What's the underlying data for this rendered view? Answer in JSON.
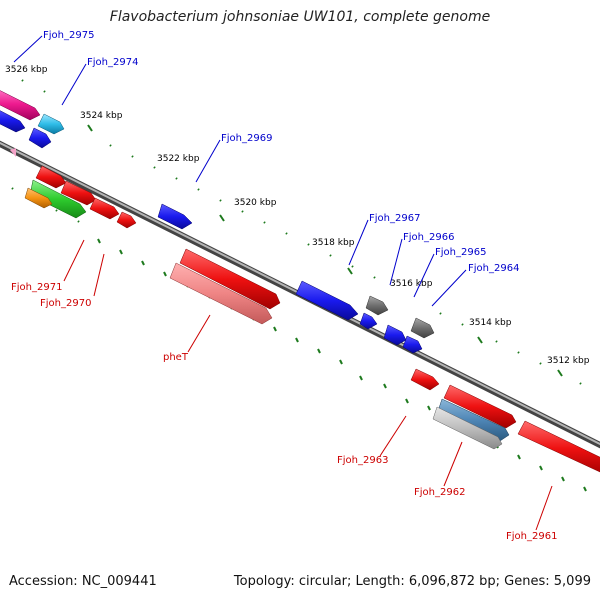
{
  "title": "Flavobacterium johnsoniae UW101, complete genome",
  "footer": {
    "accession": "Accession: NC_009441",
    "summary": "Topology: circular; Length: 6,096,872 bp; Genes: 5,099"
  },
  "ticks": {
    "kbp_3526": "3526 kbp",
    "kbp_3524": "3524 kbp",
    "kbp_3522": "3522 kbp",
    "kbp_3520": "3520 kbp",
    "kbp_3518": "3518 kbp",
    "kbp_3516": "3516 kbp",
    "kbp_3514": "3514 kbp",
    "kbp_3512": "3512 kbp"
  },
  "genes": {
    "fjoh_2975": "Fjoh_2975",
    "fjoh_2974": "Fjoh_2974",
    "fjoh_2969": "Fjoh_2969",
    "fjoh_2967": "Fjoh_2967",
    "fjoh_2966": "Fjoh_2966",
    "fjoh_2965": "Fjoh_2965",
    "fjoh_2964": "Fjoh_2964",
    "fjoh_2971": "Fjoh_2971",
    "fjoh_2970": "Fjoh_2970",
    "phet": "pheT",
    "fjoh_2963": "Fjoh_2963",
    "fjoh_2962": "Fjoh_2962",
    "fjoh_2961": "Fjoh_2961"
  },
  "colors": {
    "forward_label": "#0000cc",
    "reverse_label": "#cc0000",
    "cds_blue": "#1a1aee",
    "cds_red": "#ee1111",
    "rna_gray": "#6f6f6f",
    "backbone": "#8a8a8a",
    "tick": "#1e7a1e"
  }
}
